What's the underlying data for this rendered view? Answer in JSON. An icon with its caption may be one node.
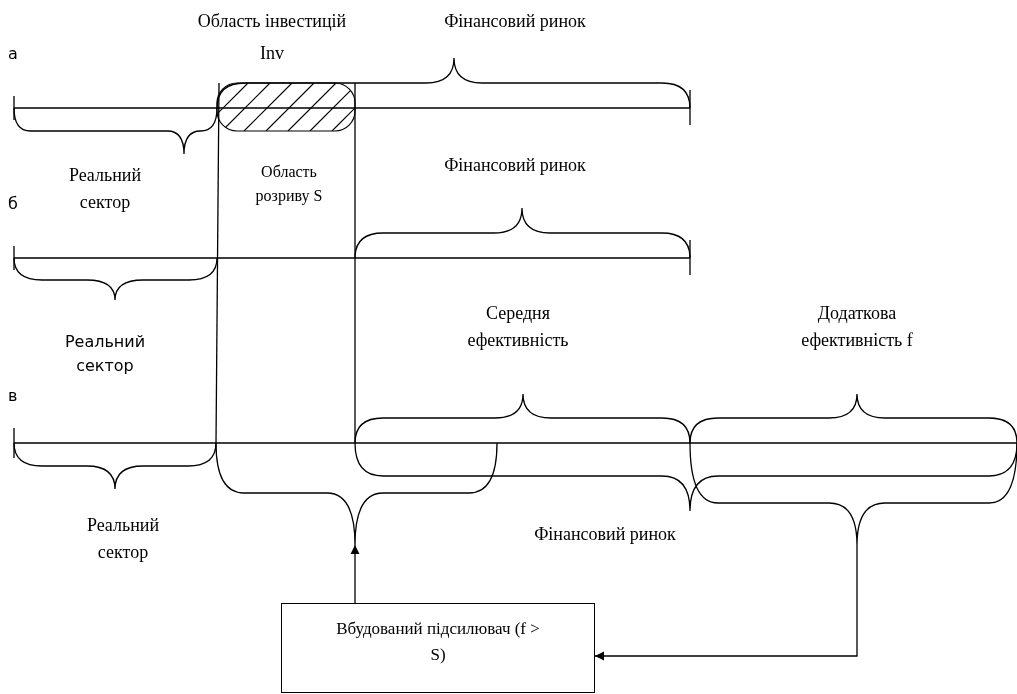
{
  "diagram": {
    "nodes": [
      {
        "text": [],
        "shape": "brace"
      },
      {
        "text": [],
        "shape": "brace"
      },
      {
        "text": [
          "Вбудований підсилювач (f > S)"
        ]
      }
    ],
    "edges": [
      {
        "from": 2,
        "to": 0,
        "arrow": "to"
      },
      {
        "from": 1,
        "to": 2,
        "arrow": "to"
      }
    ],
    "labels": [
      "Область інвестицій",
      "Фінансовий ринок",
      "а",
      "Inv",
      "Реальний сектор",
      "Область розриву S",
      "Фінансовий ринок",
      "б",
      "Середня ефективність",
      "Додаткова ефективність f",
      "Реальний сектор",
      "в",
      "Реальний сектор",
      "Фінансовий ринок"
    ]
  }
}
